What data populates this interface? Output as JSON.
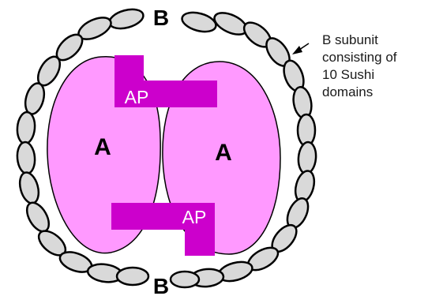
{
  "colors": {
    "subunit_a_fill": "#ff99ff",
    "ap_fill": "#cc00cc",
    "sushi_fill": "#d9d9d9",
    "outline": "#000000"
  },
  "labels": {
    "b_top": "B",
    "b_bottom": "B",
    "a_left": "A",
    "a_right": "A",
    "ap_top": "AP",
    "ap_bottom": "AP"
  },
  "annotation": {
    "lines": [
      "B subunit",
      "consisting of",
      "10 Sushi",
      "domains"
    ]
  }
}
